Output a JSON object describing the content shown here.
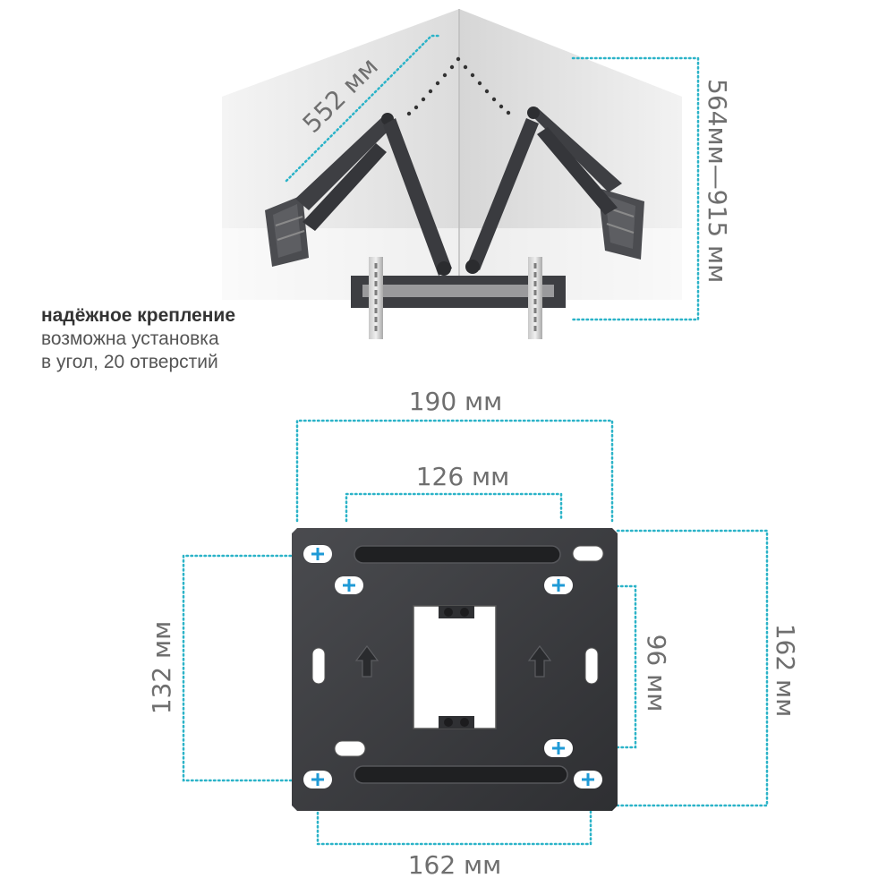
{
  "caption": {
    "title": "надёжное крепление",
    "line1": "возможна установка",
    "line2": "в угол, 20 отверстий"
  },
  "dimensions": {
    "arm_length": "552 мм",
    "extension": "564мм—915 мм",
    "width_outer": "190 мм",
    "width_inner": "126 мм",
    "height_left": "132 мм",
    "height_inner": "96 мм",
    "height_right": "162 мм",
    "width_bottom": "162 мм"
  },
  "colors": {
    "dimension_line": "#2bb3c8",
    "plate": "#3c3d40",
    "plus_marker": "#1f9ad6",
    "wall": "#ececec"
  },
  "icons": {
    "mount_hole": "plus-marker-icon",
    "orientation": "up-arrow-icon"
  }
}
